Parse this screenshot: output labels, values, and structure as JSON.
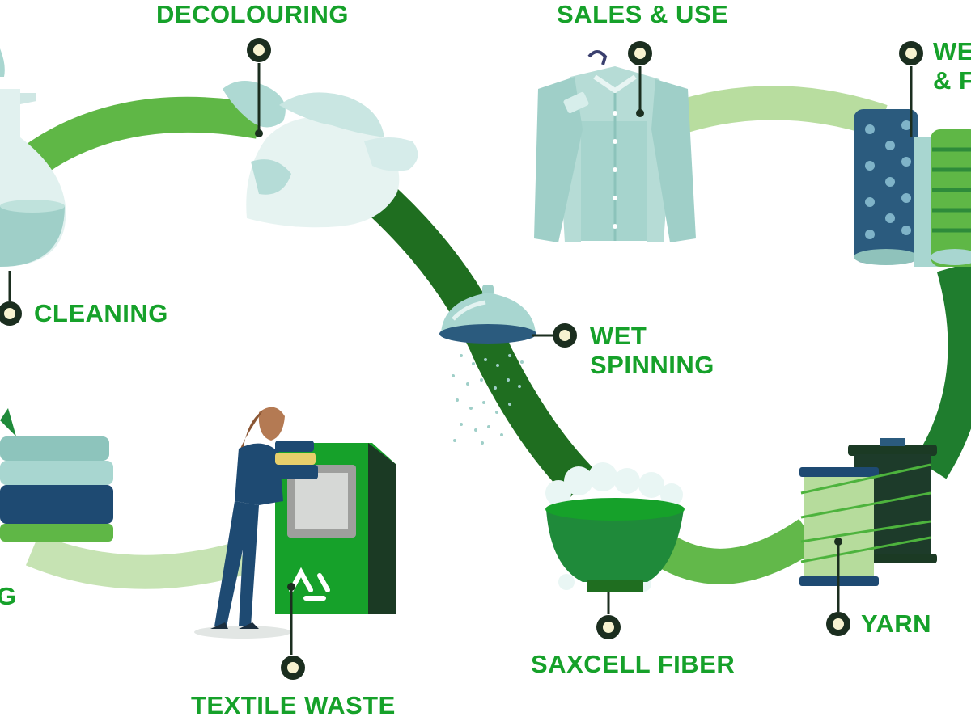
{
  "colors": {
    "brand_green": "#16a12a",
    "dark_green": "#1f6e20",
    "mid_green": "#62b84a",
    "light_green": "#b3d99a",
    "teal": "#9fcfc8",
    "navy": "#1e4a72"
  },
  "steps": {
    "decolouring": "DECOLOURING",
    "sales_use": "SALES & USE",
    "weaving_line1": "WE",
    "weaving_line2": "& F",
    "cleaning": "CLEANING",
    "wet_spinning_line1": "WET",
    "wet_spinning_line2": "SPINNING",
    "sorting_partial": "G",
    "textile_waste": "TEXTILE WASTE",
    "saxcell_fiber": "SAXCELL FIBER",
    "yarn": "YARN"
  }
}
